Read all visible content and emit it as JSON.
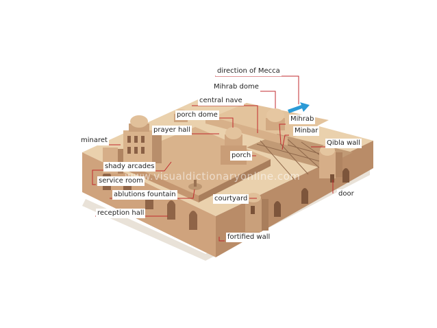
{
  "labels": {
    "direction_of_mecca": "direction of Mecca",
    "mihrab_dome": "Mihrab dome",
    "central_nave": "central nave",
    "porch_dome": "porch dome",
    "mihrab": "Mihrab",
    "prayer_hall": "prayer hall",
    "minbar": "Minbar",
    "minaret": "minaret",
    "qibla_wall": "Qibla wall",
    "porch": "porch",
    "shady_arcades": "shady arcades",
    "service_room": "service room",
    "ablutions_fountain": "ablutions fountain",
    "courtyard": "courtyard",
    "door": "door",
    "reception_hall": "reception hall",
    "fortified_wall": "fortified wall"
  },
  "watermark": "www.visualdictionaryonline.com",
  "colors": {
    "leader": "#c0282c",
    "arrow": "#2b9ad6",
    "stone": "#e8c9a2",
    "stone_dark": "#caa27c",
    "court": "#d9b38c"
  }
}
